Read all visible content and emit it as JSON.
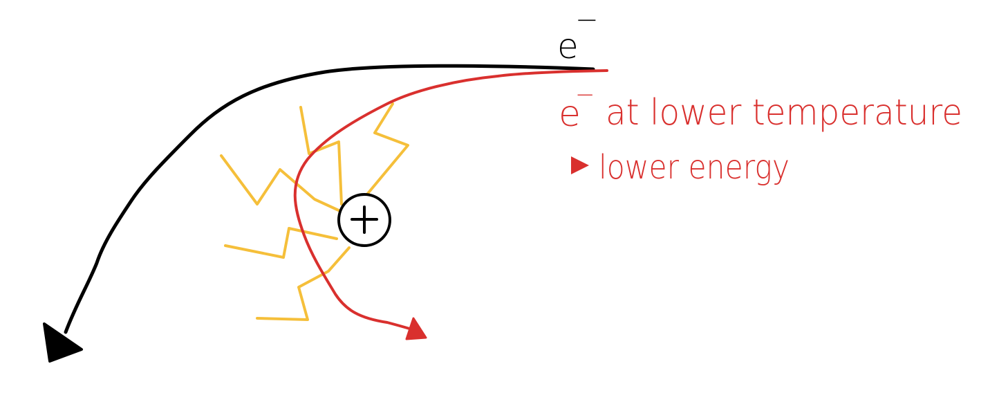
{
  "labels": {
    "electron_black": "e",
    "electron_black_sup": "−",
    "electron_red": "e",
    "electron_red_sup": "−",
    "red_caption": "at lower temperature",
    "red_note": "lower energy"
  },
  "colors": {
    "background": "#ffffff",
    "black_path": "#000000",
    "red_path": "#d9302e",
    "field_lines": "#f5bf3a",
    "charge_circle": "#000000"
  },
  "icons": {
    "nucleus": "plus-circle-icon",
    "black_arrow": "arrowhead-icon",
    "red_arrow": "arrowhead-icon",
    "note_bullet": "triangle-bullet-icon"
  }
}
